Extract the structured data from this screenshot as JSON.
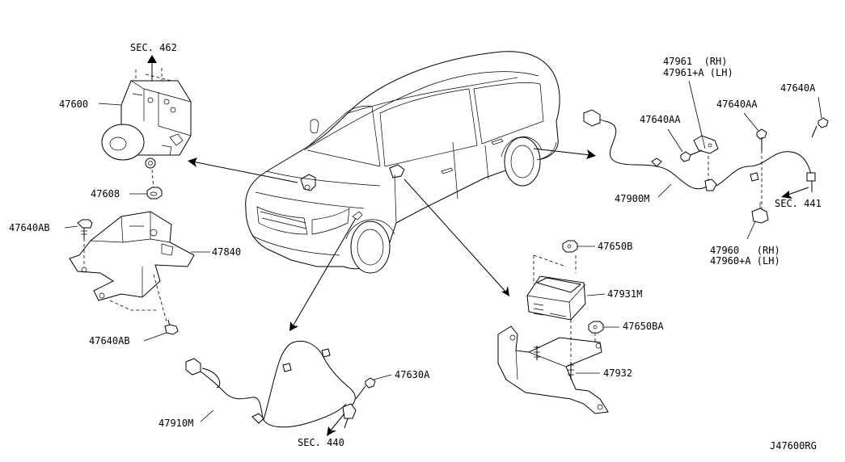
{
  "sections": {
    "sec462": "SEC. 462",
    "sec441": "SEC. 441",
    "sec440": "SEC. 440"
  },
  "parts": {
    "p47600": "47600",
    "p47608": "47608",
    "p47640AB_top": "47640AB",
    "p47840": "47840",
    "p47640AB_bottom": "47640AB",
    "p47961_rh": "47961  (RH)",
    "p47961_lh": "47961+A (LH)",
    "p47640A_right": "47640A",
    "p47640AA_mid": "47640AA",
    "p47640AA_right": "47640AA",
    "p47900M": "47900M",
    "p47960_rh": "47960   (RH)",
    "p47960_lh": "47960+A (LH)",
    "p47650B": "47650B",
    "p47931M": "47931M",
    "p47650BA": "47650BA",
    "p47932": "47932",
    "p47630A": "47630A",
    "p47910M": "47910M"
  },
  "footer": {
    "diagram_code": "J47600RG"
  }
}
